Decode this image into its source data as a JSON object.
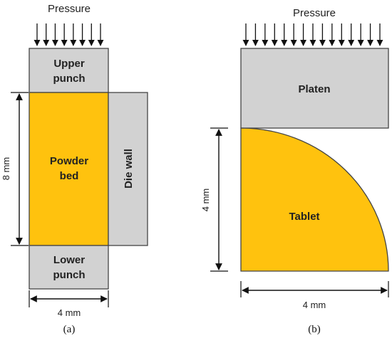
{
  "panel_a": {
    "pressure_label": "Pressure",
    "upper_punch": [
      "Upper",
      "punch"
    ],
    "powder_bed": [
      "Powder",
      "bed"
    ],
    "die_wall": "Die wall",
    "lower_punch": [
      "Lower",
      "punch"
    ],
    "height_label": "8 mm",
    "width_label": "4 mm",
    "caption": "(a)",
    "pressure_arrow_count": 8
  },
  "panel_b": {
    "pressure_label": "Pressure",
    "platen": "Platen",
    "tablet": "Tablet",
    "height_label": "4 mm",
    "width_label": "4 mm",
    "caption": "(b)",
    "pressure_arrow_count": 15
  },
  "colors": {
    "powder": "#FFC20E",
    "grey_part": "#D2D2D2",
    "outline": "#444444",
    "arrow": "#111111"
  }
}
